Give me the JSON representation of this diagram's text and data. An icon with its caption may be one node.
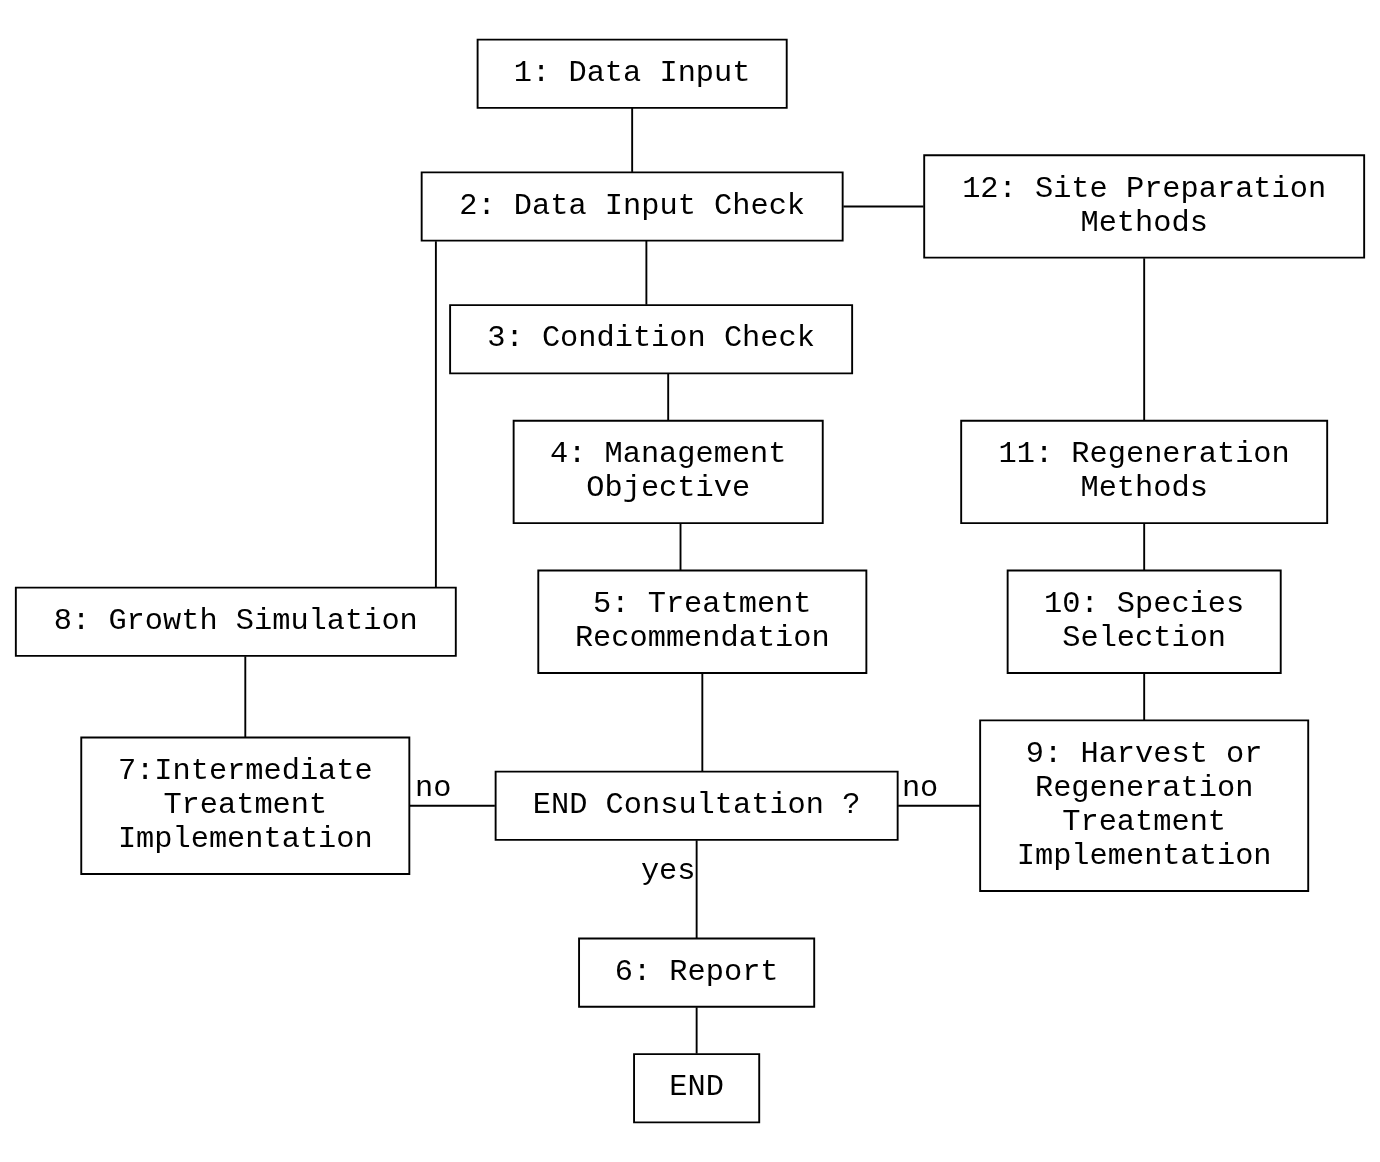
{
  "diagram": {
    "nodes": [
      {
        "text": [
          "1: Data Input"
        ]
      },
      {
        "text": [
          "2: Data Input Check"
        ]
      },
      {
        "text": [
          "12: Site Preparation Methods"
        ]
      },
      {
        "text": [
          "3: Condition Check"
        ]
      },
      {
        "text": [
          "11: Regeneration Methods"
        ]
      },
      {
        "text": [
          "4: Management Objective"
        ]
      },
      {
        "text": [
          "10: Species Selection"
        ]
      },
      {
        "text": [
          "8: Growth Simulation"
        ]
      },
      {
        "text": [
          "5: Treatment Recommendation"
        ]
      },
      {
        "text": [
          "9: Harvest or Regeneration Treatment Implementation"
        ]
      },
      {
        "text": [
          "7:Intermediate Treatment Implementation"
        ]
      },
      {
        "text": [
          "END Consultation ?"
        ]
      },
      {
        "text": [
          "6: Report"
        ]
      },
      {
        "text": [
          "END"
        ]
      }
    ],
    "edges": [
      {
        "from": 0,
        "to": 1,
        "arrow": "none"
      },
      {
        "from": 1,
        "to": 2,
        "arrow": "none"
      },
      {
        "from": 1,
        "to": 3,
        "arrow": "none"
      },
      {
        "from": 3,
        "to": 5,
        "arrow": "none"
      },
      {
        "from": 5,
        "to": 8,
        "arrow": "none"
      },
      {
        "from": 8,
        "to": 11,
        "arrow": "none"
      },
      {
        "from": 1,
        "to": 7,
        "arrow": "none"
      },
      {
        "from": 7,
        "to": 10,
        "arrow": "none"
      },
      {
        "from": 10,
        "to": 11,
        "label": "no",
        "arrow": "none"
      },
      {
        "from": 11,
        "to": 9,
        "label": "no",
        "arrow": "none"
      },
      {
        "from": 2,
        "to": 4,
        "arrow": "none"
      },
      {
        "from": 4,
        "to": 6,
        "arrow": "none"
      },
      {
        "from": 6,
        "to": 9,
        "arrow": "none"
      },
      {
        "from": 11,
        "to": 12,
        "label": "yes",
        "arrow": "none"
      },
      {
        "from": 12,
        "to": 13,
        "arrow": "none"
      }
    ]
  }
}
